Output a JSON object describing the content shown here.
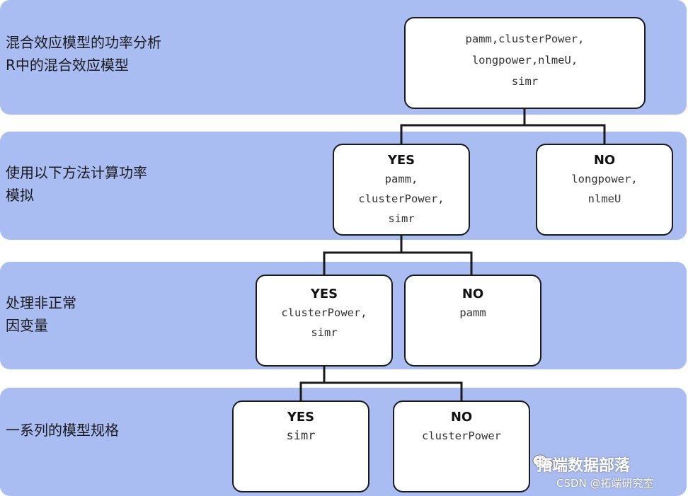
{
  "rows": [
    {
      "label": "混合效应模型的功率分析\nR中的混合效应模型"
    },
    {
      "label": "使用以下方法计算功率\n模拟"
    },
    {
      "label": "处理非正常\n因变量"
    },
    {
      "label": "一系列的模型规格"
    }
  ],
  "root": {
    "body": "pamm,clusterPower,\nlongpower,nlmeU,\nsimr"
  },
  "level1": {
    "yes": {
      "head": "YES",
      "body": "pamm,\nclusterPower,\nsimr"
    },
    "no": {
      "head": "NO",
      "body": "longpower,\nnlmeU"
    }
  },
  "level2": {
    "yes": {
      "head": "YES",
      "body": "clusterPower,\nsimr"
    },
    "no": {
      "head": "NO",
      "body": "pamm"
    }
  },
  "level3": {
    "yes": {
      "head": "YES",
      "body": "simr"
    },
    "no": {
      "head": "NO",
      "body": "clusterPower"
    }
  },
  "watermark": {
    "brand": "拓端数据部落",
    "csdn": "CSDN @拓端研究室"
  },
  "colors": {
    "band": "#a9bdf3",
    "box_border": "#1a1a1a",
    "box_fill": "#ffffff"
  }
}
